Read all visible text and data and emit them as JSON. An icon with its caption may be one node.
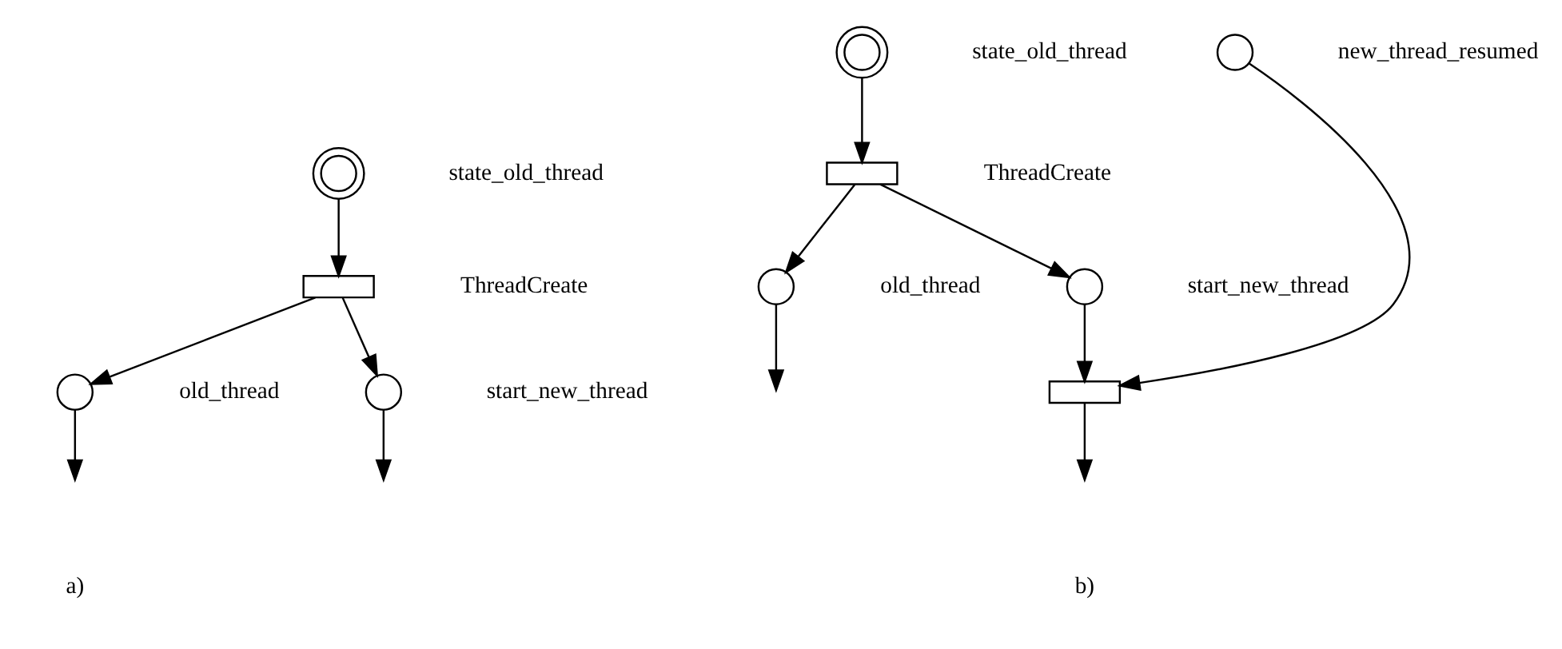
{
  "diagram": {
    "nodes": [
      {
        "text": [],
        "shape": "circle",
        "beside": [
          "state_old_thread"
        ]
      },
      {
        "text": [],
        "shape": "box",
        "beside": [
          "ThreadCreate"
        ]
      },
      {
        "text": [],
        "shape": "circle",
        "beside": [
          "old_thread"
        ]
      },
      {
        "text": [],
        "shape": "circle",
        "beside": [
          "start_new_thread"
        ]
      },
      {
        "text": [],
        "shape": "circle",
        "beside": [
          "state_old_thread"
        ]
      },
      {
        "text": [],
        "shape": "box",
        "beside": [
          "ThreadCreate"
        ]
      },
      {
        "text": [],
        "shape": "circle",
        "beside": [
          "old_thread"
        ]
      },
      {
        "text": [],
        "shape": "circle",
        "beside": [
          "start_new_thread"
        ]
      },
      {
        "text": [],
        "shape": "box"
      },
      {
        "text": [],
        "shape": "circle",
        "beside": [
          "new_thread_resumed"
        ]
      }
    ],
    "edges": [
      {
        "from": 0,
        "to": 1,
        "arrow": "to"
      },
      {
        "from": 1,
        "to": 2,
        "arrow": "to"
      },
      {
        "from": 1,
        "to": 3,
        "arrow": "to"
      },
      {
        "from": 2,
        "to": null,
        "arrow": "to"
      },
      {
        "from": 3,
        "to": null,
        "arrow": "to"
      },
      {
        "from": 4,
        "to": 5,
        "arrow": "to"
      },
      {
        "from": 5,
        "to": 6,
        "arrow": "to"
      },
      {
        "from": 5,
        "to": 7,
        "arrow": "to"
      },
      {
        "from": 6,
        "to": null,
        "arrow": "to"
      },
      {
        "from": 7,
        "to": 8,
        "arrow": "to"
      },
      {
        "from": 9,
        "to": 8,
        "arrow": "to"
      },
      {
        "from": 8,
        "to": null,
        "arrow": "to"
      }
    ],
    "labels": [
      "a)",
      "b)"
    ]
  }
}
